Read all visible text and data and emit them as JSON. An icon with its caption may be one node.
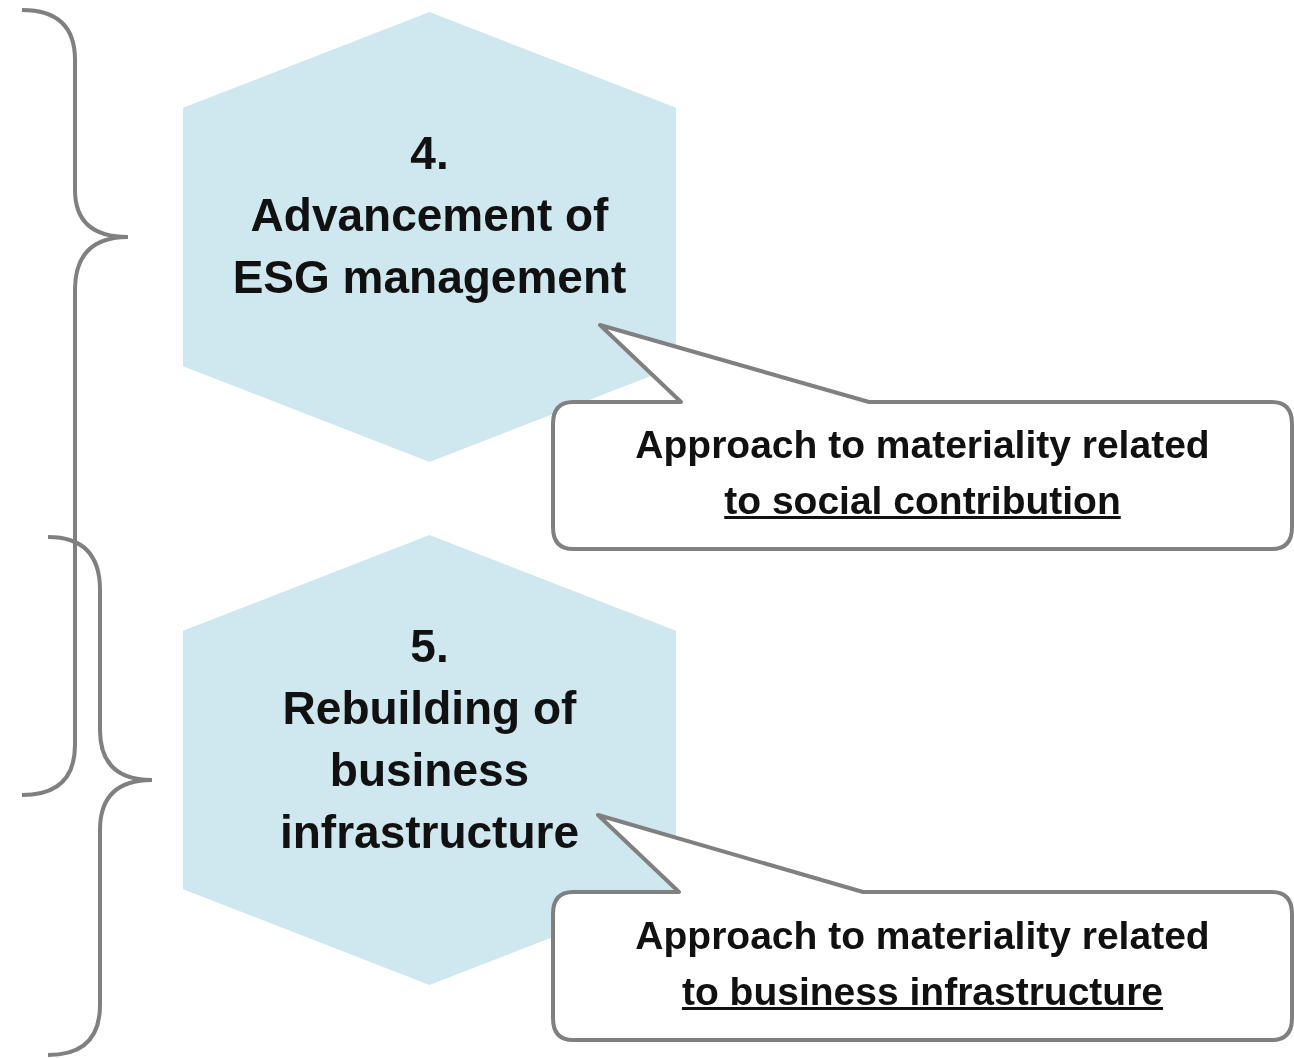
{
  "diagram": {
    "nodes": [
      {
        "text": [
          "4.",
          "Advancement of ESG management"
        ]
      },
      {
        "text": [
          "Approach to materiality related",
          "to social contribution"
        ]
      },
      {
        "text": [
          "5.",
          "Rebuilding of business infrastructure"
        ]
      },
      {
        "text": [
          "Approach to materiality related",
          "to business infrastructure"
        ]
      }
    ]
  }
}
